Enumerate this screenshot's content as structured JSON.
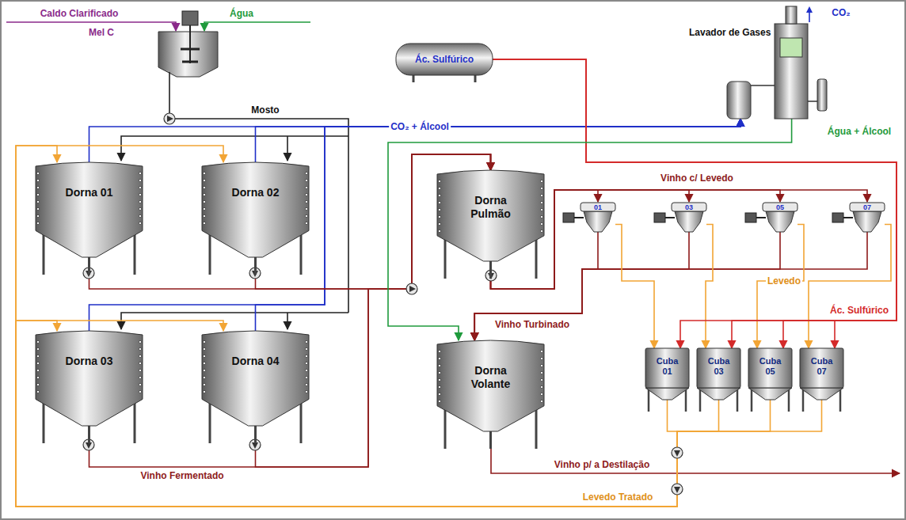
{
  "diagram": {
    "nodes": [
      {
        "text": [
          "Ác. Sulfúrico"
        ]
      },
      {
        "text": [
          "Lavador de Gases"
        ]
      },
      {
        "text": [
          "Dorna 01"
        ]
      },
      {
        "text": [
          "Dorna 02"
        ]
      },
      {
        "text": [
          "Dorna Pulmão"
        ]
      },
      {
        "text": [
          "01"
        ]
      },
      {
        "text": [
          "03"
        ]
      },
      {
        "text": [
          "05"
        ]
      },
      {
        "text": [
          "07"
        ]
      },
      {
        "text": [
          "Dorna 03"
        ]
      },
      {
        "text": [
          "Dorna 04"
        ]
      },
      {
        "text": [
          "Dorna Volante"
        ]
      },
      {
        "text": [
          "Cuba 01"
        ]
      },
      {
        "text": [
          "Cuba 03"
        ]
      },
      {
        "text": [
          "Cuba 05"
        ]
      },
      {
        "text": [
          "Cuba 07"
        ]
      }
    ],
    "edges": [
      {
        "from": 2,
        "to": 1,
        "arrow": "to",
        "label": "CO₂ + Álcool"
      },
      {
        "from": 3,
        "to": 1,
        "arrow": "to"
      },
      {
        "from": 9,
        "to": 1,
        "arrow": "to"
      },
      {
        "from": 10,
        "to": 1,
        "arrow": "to"
      },
      {
        "from": 2,
        "to": 4,
        "arrow": "to"
      },
      {
        "from": 3,
        "to": 4,
        "arrow": "to"
      },
      {
        "from": 9,
        "to": 4,
        "arrow": "to",
        "label": "Vinho Fermentado"
      },
      {
        "from": 10,
        "to": 4,
        "arrow": "to"
      },
      {
        "from": 4,
        "to": 5,
        "arrow": "to",
        "label": "Vinho c/ Levedo"
      },
      {
        "from": 4,
        "to": 6,
        "arrow": "to"
      },
      {
        "from": 4,
        "to": 7,
        "arrow": "to"
      },
      {
        "from": 4,
        "to": 8,
        "arrow": "to"
      },
      {
        "from": 5,
        "to": 11,
        "arrow": "to",
        "label": "Vinho Turbinado"
      },
      {
        "from": 6,
        "to": 11,
        "arrow": "to"
      },
      {
        "from": 7,
        "to": 11,
        "arrow": "to"
      },
      {
        "from": 8,
        "to": 11,
        "arrow": "to"
      },
      {
        "from": 5,
        "to": 12,
        "arrow": "to"
      },
      {
        "from": 6,
        "to": 13,
        "arrow": "to"
      },
      {
        "from": 7,
        "to": 14,
        "arrow": "to",
        "label": "Levedo"
      },
      {
        "from": 8,
        "to": 15,
        "arrow": "to"
      },
      {
        "from": 0,
        "to": 12,
        "arrow": "to"
      },
      {
        "from": 0,
        "to": 13,
        "arrow": "to"
      },
      {
        "from": 0,
        "to": 14,
        "arrow": "to"
      },
      {
        "from": 0,
        "to": 15,
        "arrow": "to",
        "label": "Ác. Sulfúrico"
      },
      {
        "from": 1,
        "to": 11,
        "arrow": "to",
        "label": "Água + Álcool"
      },
      {
        "from": 12,
        "to": 2,
        "arrow": "to",
        "label": "Levedo Tratado"
      },
      {
        "from": 13,
        "to": 3,
        "arrow": "to"
      },
      {
        "from": 14,
        "to": 9,
        "arrow": "to"
      },
      {
        "from": 15,
        "to": 10,
        "arrow": "to"
      }
    ],
    "labels": [
      "Caldo Clarificado",
      "Mel C",
      "Água",
      "Mosto",
      "CO₂",
      "Vinho p/ a Destilação"
    ]
  }
}
